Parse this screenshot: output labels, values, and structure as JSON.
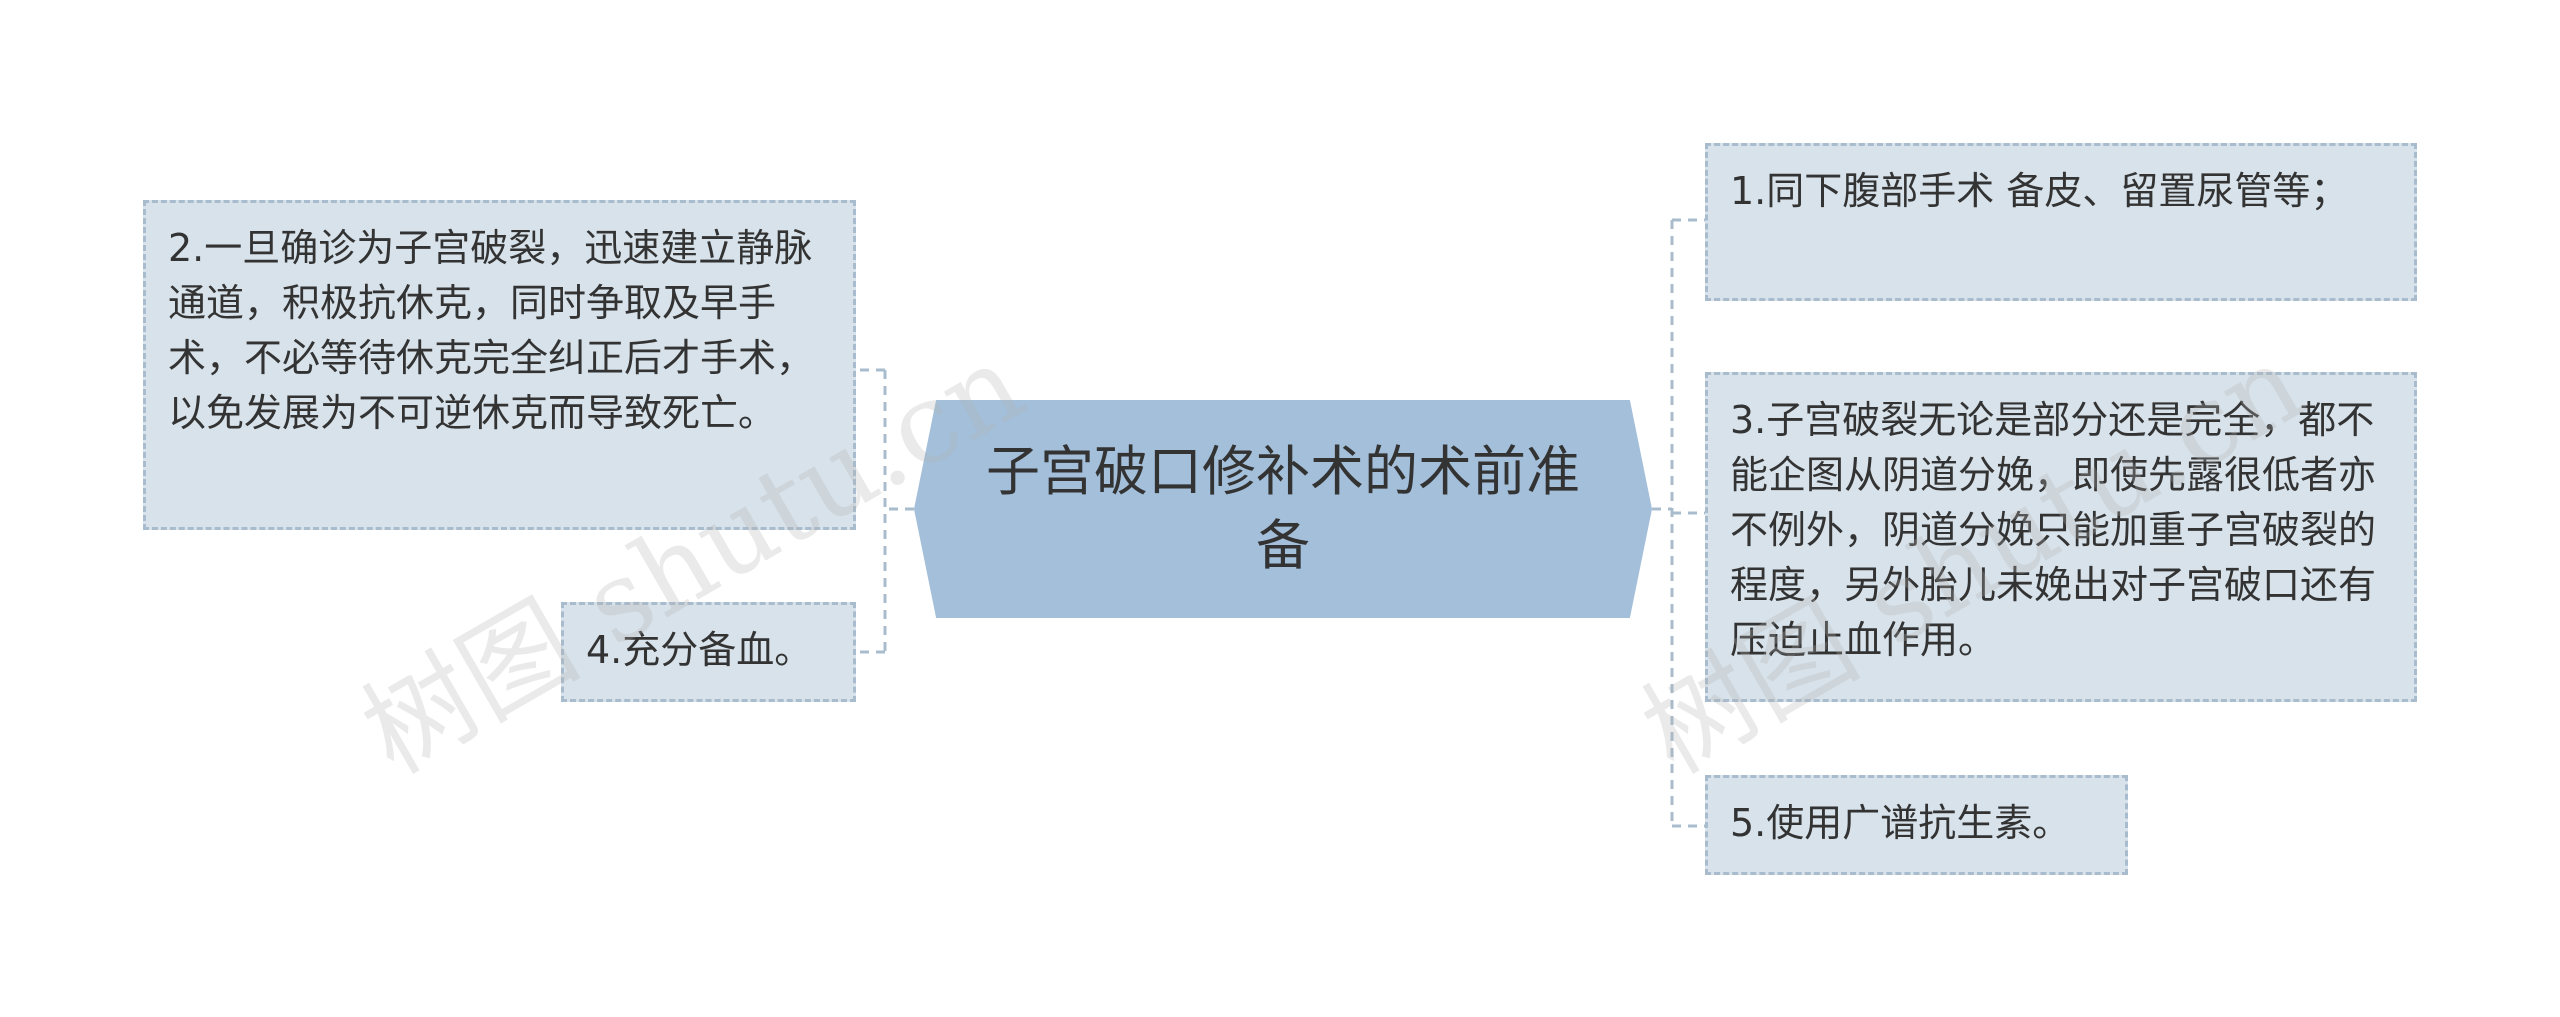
{
  "diagram": {
    "central_topic": "子宫破口修补术的术前准备",
    "colors": {
      "central_fill": "#a3bfda",
      "node_fill": "#d7e2ea",
      "node_border": "#a8bccd",
      "connector": "#a8bccd",
      "text": "#333333"
    },
    "left_nodes": [
      {
        "id": "node-2",
        "text": "2.一旦确诊为子宫破裂，迅速建立静脉通道，积极抗休克，同时争取及早手术，不必等待休克完全纠正后才手术，以免发展为不可逆休克而导致死亡。"
      },
      {
        "id": "node-4",
        "text": "4.充分备血。"
      }
    ],
    "right_nodes": [
      {
        "id": "node-1",
        "text": "1.同下腹部手术 备皮、留置尿管等；"
      },
      {
        "id": "node-3",
        "text": "3.子宫破裂无论是部分还是完全，都不能企图从阴道分娩，即使先露很低者亦不例外，阴道分娩只能加重子宫破裂的程度，另外胎儿未娩出对子宫破口还有压迫止血作用。"
      },
      {
        "id": "node-5",
        "text": "5.使用广谱抗生素。"
      }
    ]
  },
  "watermarks": [
    "树图 shutu.cn",
    "树图 shutu.cn"
  ]
}
